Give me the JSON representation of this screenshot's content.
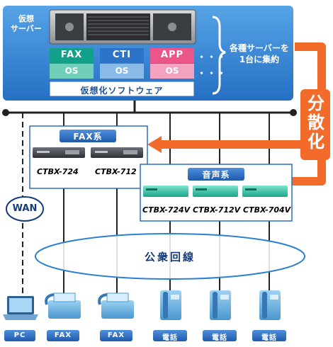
{
  "server": {
    "label": "仮想\nサーバー",
    "apps": [
      {
        "name": "FAX",
        "os": "OS",
        "color": "#13a089",
        "os_color": "#6fcfb9"
      },
      {
        "name": "CTI",
        "os": "OS",
        "color": "#2d74c9",
        "os_color": "#88bbe8"
      },
      {
        "name": "APP",
        "os": "OS",
        "color": "#ec5589",
        "os_color": "#f4a2c0"
      }
    ],
    "more": "・・・",
    "software": "仮想化ソフトウェア"
  },
  "consolidation": "各種サーバーを\n1台に集約",
  "distribution": "分\n散\n化",
  "fax_group": {
    "title": "FAX系",
    "models": [
      "CTBX-724",
      "CTBX-712"
    ]
  },
  "voice_group": {
    "title": "音声系",
    "models": [
      "CTBX-724V",
      "CTBX-712V",
      "CTBX-704V"
    ]
  },
  "wan": "WAN",
  "pstn": "公衆回線",
  "devices": [
    "PC",
    "FAX",
    "FAX",
    "電話",
    "電話",
    "電話"
  ],
  "colors": {
    "panel": "#2f7fd0",
    "arrow": "#f26b2b",
    "label_badge": "#2d6cc1",
    "line": "#222222"
  },
  "icons": [
    "server-rack-icon",
    "fax-appliance-icon",
    "voice-appliance-icon",
    "laptop-icon",
    "fax-machine-icon",
    "desk-phone-icon"
  ]
}
